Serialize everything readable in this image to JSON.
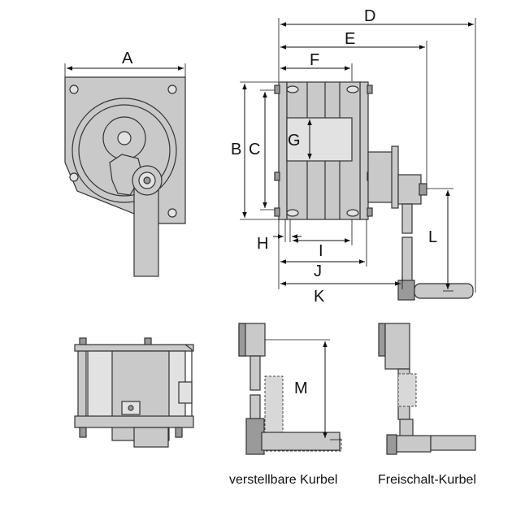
{
  "dimensions": {
    "A": "A",
    "B": "B",
    "C": "C",
    "D": "D",
    "E": "E",
    "F": "F",
    "G": "G",
    "H": "H",
    "I": "I",
    "J": "J",
    "K": "K",
    "L": "L",
    "M": "M"
  },
  "captions": {
    "adjustable_crank": "verstellbare Kurbel",
    "freewheel_crank": "Freischalt-Kurbel"
  },
  "colors": {
    "part_fill": "#c9c9c9",
    "outline": "#333333",
    "background": "#ffffff"
  }
}
